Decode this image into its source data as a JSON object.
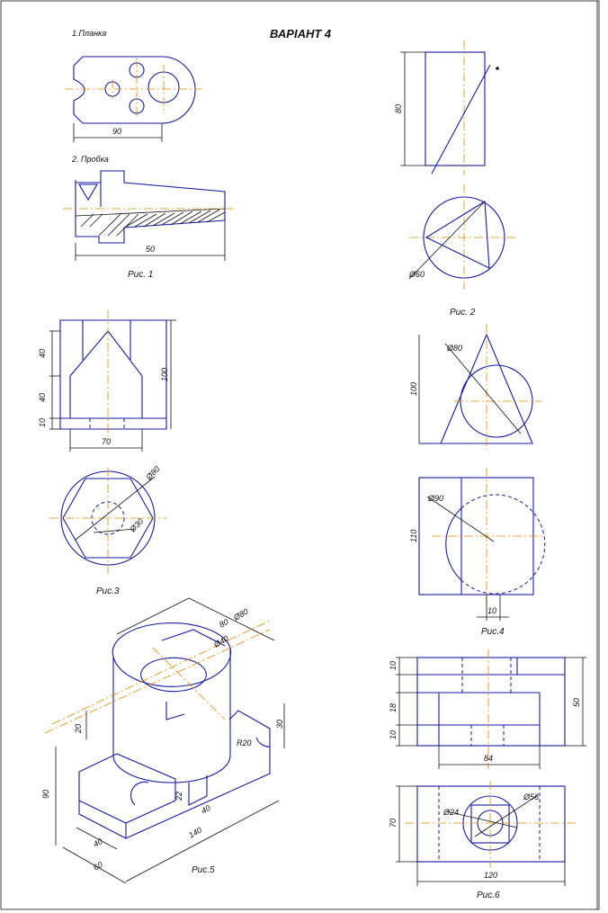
{
  "title": "ВАРІАНТ 4",
  "fig1": {
    "caption": "Рис. 1",
    "item1": "1.Планка",
    "item2": "2. Пробка",
    "dim_planka": "90",
    "dim_probka": "50"
  },
  "fig2": {
    "caption": "Рис. 2",
    "dim_height": "80",
    "dim_diam": "Ø60"
  },
  "fig3": {
    "caption": "Рис.3",
    "dim_40a": "40",
    "dim_40b": "40",
    "dim_10": "10",
    "dim_100": "100",
    "dim_70": "70",
    "dim_d1": "Ø80",
    "dim_d2": "Ø30"
  },
  "fig4": {
    "caption": "Рис.4",
    "dim_100": "100",
    "dim_r1": "Ø80",
    "dim_110": "110",
    "dim_r2": "Ø90",
    "dim_10": "10"
  },
  "fig5": {
    "caption": "Рис.5",
    "dim_80": "80",
    "dim_d80": "Ø80",
    "dim_d40": "Ø40",
    "dim_20": "20",
    "dim_30": "30",
    "dim_r20": "R20",
    "dim_90": "90",
    "dim_22": "22",
    "dim_40a": "40",
    "dim_140": "140",
    "dim_40b": "40",
    "dim_60": "60"
  },
  "fig6": {
    "caption": "Рис.6",
    "dim_10a": "10",
    "dim_18": "18",
    "dim_10b": "10",
    "dim_50": "50",
    "dim_84": "84",
    "dim_70": "70",
    "dim_d1": "Ø24",
    "dim_d2": "Ø56",
    "dim_120": "120"
  }
}
